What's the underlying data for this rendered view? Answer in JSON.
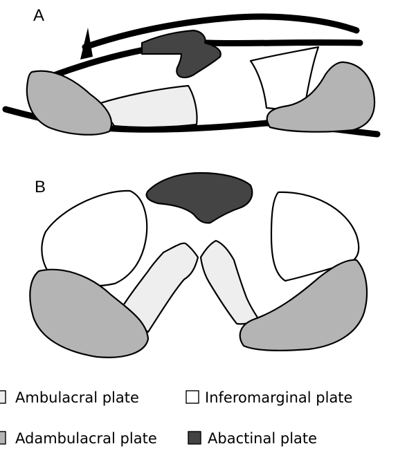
{
  "panels": {
    "a_label": "A",
    "b_label": "B"
  },
  "legend": {
    "items": [
      {
        "label": "Ambulacral plate",
        "color": "#eeeeee"
      },
      {
        "label": "Inferomarginal plate",
        "color": "#ffffff"
      },
      {
        "label": "Adambulacral plate",
        "color": "#b4b4b4"
      },
      {
        "label": "Abactinal plate",
        "color": "#444444"
      }
    ]
  },
  "colors": {
    "ambulacral": "#eeeeee",
    "inferomarginal": "#ffffff",
    "adambulacral": "#b4b4b4",
    "abactinal": "#444444",
    "outline": "#000000"
  }
}
